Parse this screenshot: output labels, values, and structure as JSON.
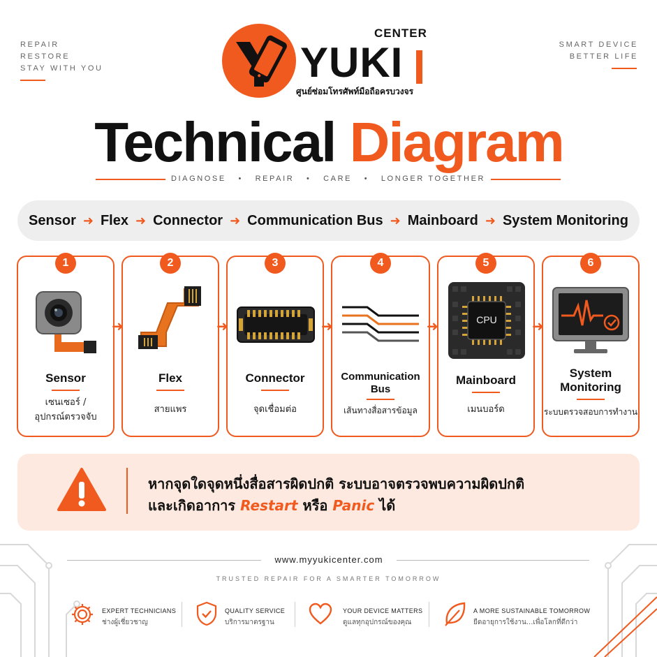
{
  "corners": {
    "left": [
      "REPAIR",
      "RESTORE",
      "STAY WITH YOU"
    ],
    "right": [
      "SMART DEVICE",
      "BETTER LIFE"
    ]
  },
  "logo": {
    "center_label": "CENTER",
    "word": "YUKI",
    "thai_subtitle": "ศูนย์ซ่อมโทรศัพท์มือถือครบวงจร"
  },
  "title": {
    "part1": "Technical",
    "part2": "Diagram"
  },
  "tagline": [
    "DIAGNOSE",
    "REPAIR",
    "CARE",
    "LONGER TOGETHER"
  ],
  "flow": [
    "Sensor",
    "Flex",
    "Connector",
    "Communication Bus",
    "Mainboard",
    "System Monitoring"
  ],
  "steps": [
    {
      "num": "1",
      "title": "Sensor",
      "sub": [
        "เซนเซอร์ /",
        "อุปกรณ์ตรวจจับ"
      ],
      "icon": "camera-sensor-icon"
    },
    {
      "num": "2",
      "title": "Flex",
      "sub": [
        "สายแพร"
      ],
      "icon": "flex-cable-icon"
    },
    {
      "num": "3",
      "title": "Connector",
      "sub": [
        "จุดเชื่อมต่อ"
      ],
      "icon": "connector-icon"
    },
    {
      "num": "4",
      "title": [
        "Communication",
        "Bus"
      ],
      "sub": [
        "เส้นทางสื่อสารข้อมูล"
      ],
      "icon": "bus-lines-icon"
    },
    {
      "num": "5",
      "title": "Mainboard",
      "sub": [
        "เมนบอร์ด"
      ],
      "icon": "cpu-chip-icon",
      "chip_label": "CPU"
    },
    {
      "num": "6",
      "title": [
        "System",
        "Monitoring"
      ],
      "sub": [
        "ระบบตรวจสอบการทำงาน"
      ],
      "icon": "monitor-icon"
    }
  ],
  "warning": {
    "line1": "หากจุดใดจุดหนึ่งสื่อสารผิดปกติ ระบบอาจตรวจพบความผิดปกติ",
    "line2_pre": "และเกิดอาการ",
    "restart": "Restart",
    "mid": "หรือ",
    "panic": "Panic",
    "post": "ได้"
  },
  "footer": {
    "url": "www.myyukicenter.com",
    "trusted": "TRUSTED REPAIR   FOR   A   SMARTER   TOMORROW",
    "features": [
      {
        "label": "EXPERT TECHNICIANS",
        "sub": "ช่างผู้เชี่ยวชาญ",
        "icon": "gear-icon"
      },
      {
        "label": "QUALITY SERVICE",
        "sub": "บริการมาตรฐาน",
        "icon": "shield-check-icon"
      },
      {
        "label": "YOUR DEVICE MATTERS",
        "sub": "ดูแลทุกอุปกรณ์ของคุณ",
        "icon": "heart-icon"
      },
      {
        "label": "A MORE SUSTAINABLE TOMORROW",
        "sub": "ยืดอายุการใช้งาน...เพื่อโลกที่ดีกว่า",
        "icon": "leaf-icon"
      }
    ]
  },
  "colors": {
    "accent": "#f15a1f",
    "text": "#111111",
    "warning_bg": "#fde9df",
    "flow_bg": "#eeeeee"
  }
}
